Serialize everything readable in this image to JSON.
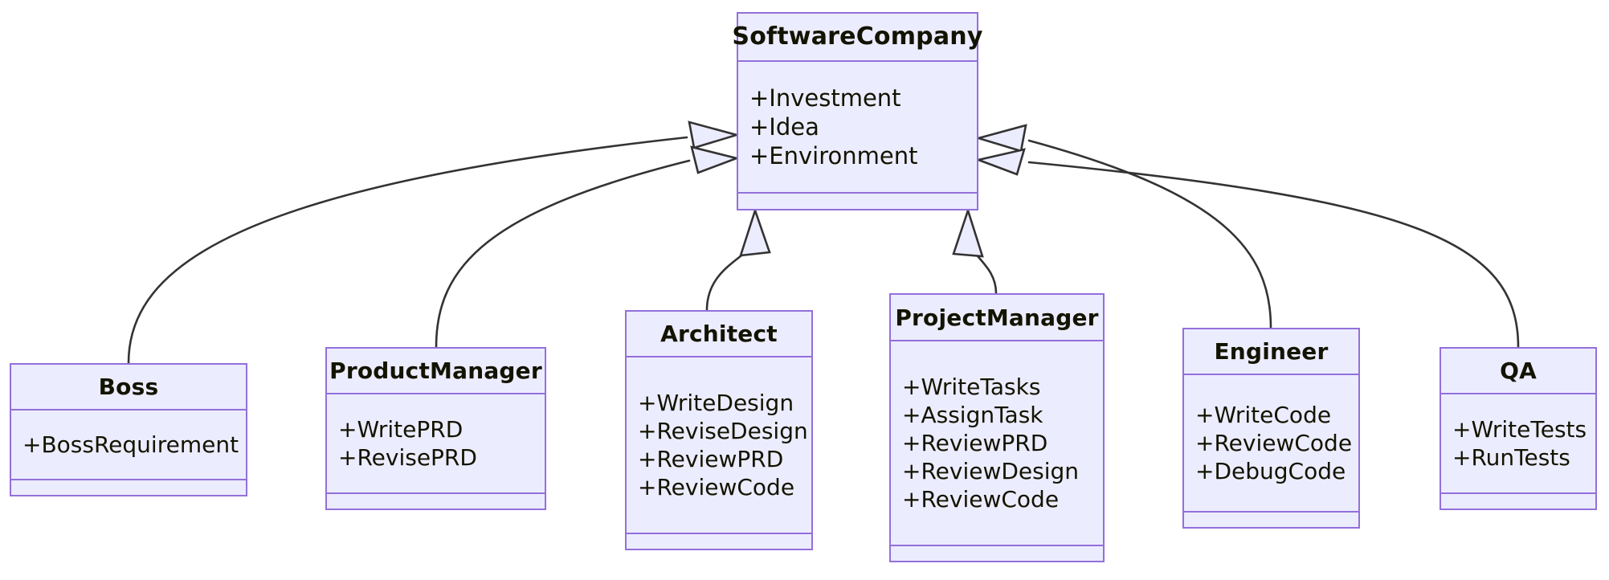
{
  "diagram": {
    "kind": "uml-class-diagram",
    "relationship_type": "inheritance",
    "colors": {
      "node_fill": "#ECECFF",
      "node_border": "#9370DB",
      "text": "#131300",
      "edge_line": "#333333",
      "arrow_fill": "#ECECFF",
      "background": "#FFFFFF"
    },
    "root": {
      "id": "softwarecompany",
      "name": "SoftwareCompany",
      "attributes": [
        "+Investment",
        "+Idea",
        "+Environment"
      ],
      "methods": []
    },
    "subclasses": [
      {
        "id": "boss",
        "name": "Boss",
        "attributes": [
          "+BossRequirement"
        ],
        "methods": []
      },
      {
        "id": "productmanager",
        "name": "ProductManager",
        "attributes": [
          "+WritePRD",
          "+RevisePRD"
        ],
        "methods": []
      },
      {
        "id": "architect",
        "name": "Architect",
        "attributes": [
          "+WriteDesign",
          "+ReviseDesign",
          "+ReviewPRD",
          "+ReviewCode"
        ],
        "methods": []
      },
      {
        "id": "projectmanager",
        "name": "ProjectManager",
        "attributes": [
          "+WriteTasks",
          "+AssignTask",
          "+ReviewPRD",
          "+ReviewDesign",
          "+ReviewCode"
        ],
        "methods": []
      },
      {
        "id": "engineer",
        "name": "Engineer",
        "attributes": [
          "+WriteCode",
          "+ReviewCode",
          "+DebugCode"
        ],
        "methods": []
      },
      {
        "id": "qa",
        "name": "QA",
        "attributes": [
          "+WriteTests",
          "+RunTests"
        ],
        "methods": []
      }
    ],
    "edges": [
      {
        "from": "boss",
        "to": "softwarecompany",
        "arrow": "hollow-triangle"
      },
      {
        "from": "productmanager",
        "to": "softwarecompany",
        "arrow": "hollow-triangle"
      },
      {
        "from": "architect",
        "to": "softwarecompany",
        "arrow": "hollow-triangle"
      },
      {
        "from": "projectmanager",
        "to": "softwarecompany",
        "arrow": "hollow-triangle"
      },
      {
        "from": "engineer",
        "to": "softwarecompany",
        "arrow": "hollow-triangle"
      },
      {
        "from": "qa",
        "to": "softwarecompany",
        "arrow": "hollow-triangle"
      }
    ]
  }
}
